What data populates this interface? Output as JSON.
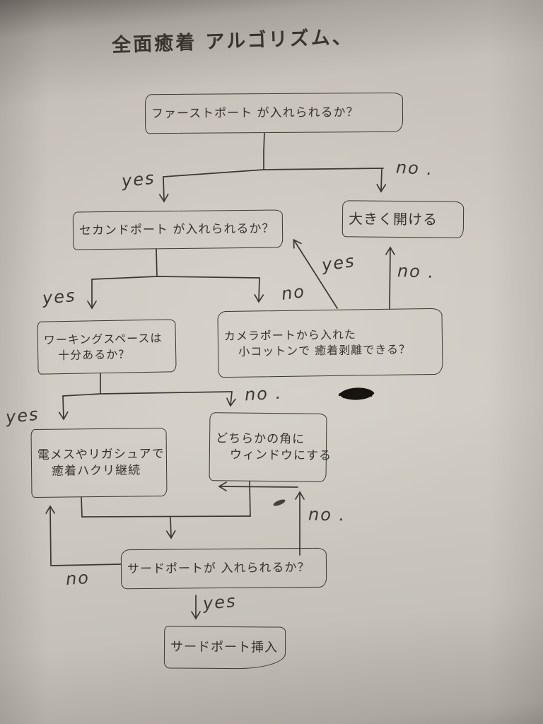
{
  "meta": {
    "ink_color": "#3c372f",
    "paper_color": "#cfcac2",
    "scribble_color": "#17130f"
  },
  "title": "全面癒着 アルゴリズム、",
  "boxes": {
    "first_port": "ファーストポート が入れられるか？",
    "second_port": "セカンドポート が入れられるか？",
    "open_wide": "大きく開ける",
    "working_space_1": "ワーキングスペースは",
    "working_space_2": "十分あるか？",
    "camera_cotton_1": "カメラポートから入れた",
    "camera_cotton_2": "小コットンで 癒着剥離できる？",
    "cautery_1": "電メスやリガシュアで",
    "cautery_2": "癒着ハクリ継続",
    "window_1": "どちらかの角に",
    "window_2": "ウィンドウにする",
    "third_port": "サードポートが 入れられるか？",
    "insert_third": "サードポート挿入"
  },
  "edge_labels": {
    "first_yes": "yes",
    "first_no": "no .",
    "second_yes": "yes",
    "second_no": "no",
    "cotton_yes": "yes",
    "cotton_no": "no .",
    "space_yes": "yes",
    "space_no": "no .",
    "third_no_left": "no",
    "third_no_right": "no .",
    "third_yes": "yes"
  }
}
